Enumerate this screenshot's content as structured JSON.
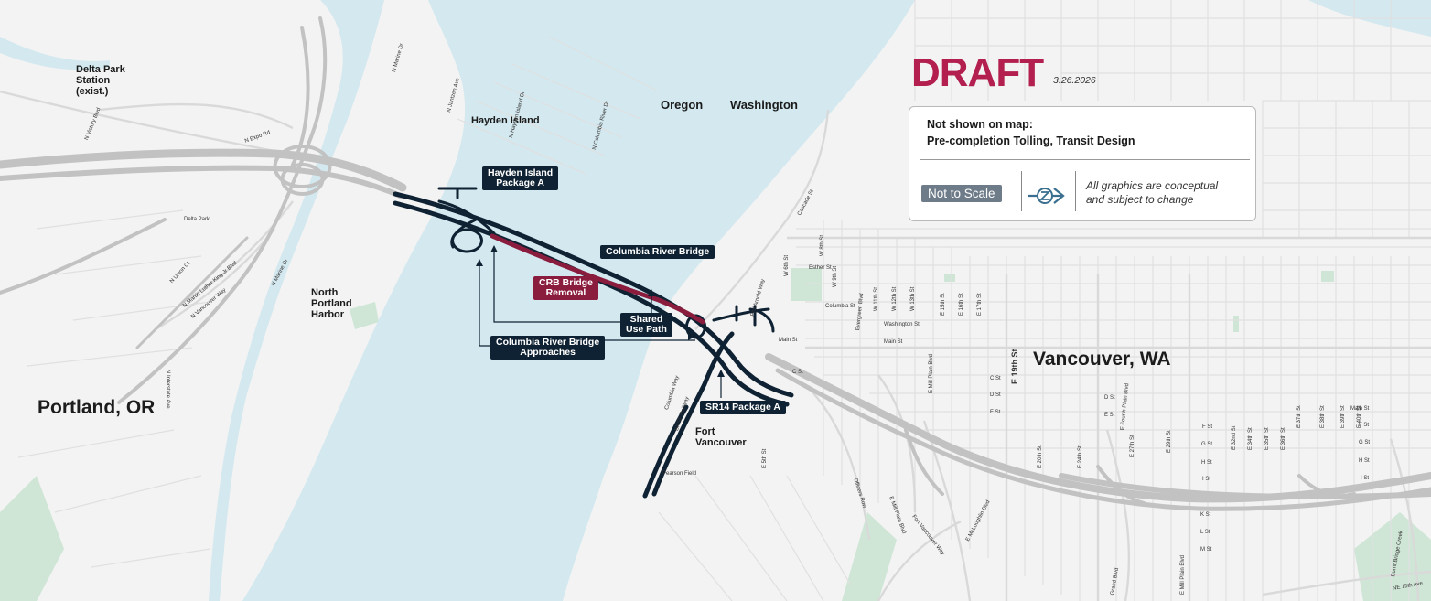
{
  "header": {
    "draft": "DRAFT",
    "date": "3.26.2026"
  },
  "notes": {
    "line1": "Not shown on map:",
    "line2": "Pre-completion Tolling, Transit Design",
    "scale": "Not to Scale",
    "disclaimer_1": "All graphics are conceptual",
    "disclaimer_2": "and subject to change"
  },
  "icons": {
    "north_arrow": "north-arrow-icon"
  },
  "colors": {
    "water": "#d3e8ef",
    "project": "#0f2233",
    "removal": "#8a1c3e",
    "highway": "#c2c2c2",
    "park": "#cfe6d6",
    "draft": "#b3204f"
  },
  "cities": {
    "portland": "Portland, OR",
    "vancouver": "Vancouver, WA"
  },
  "states": {
    "oregon": "Oregon",
    "washington": "Washington"
  },
  "places": {
    "delta_park_station": [
      "Delta Park",
      "Station",
      "(exist.)"
    ],
    "hayden_island": "Hayden Island",
    "north_portland_harbor": [
      "North",
      "Portland",
      "Harbor"
    ],
    "fort_vancouver": [
      "Fort",
      "Vancouver"
    ],
    "delta_park": "Delta Park",
    "pearson_field": "Pearson Field"
  },
  "callouts": {
    "hayden": [
      "Hayden Island",
      "Package A"
    ],
    "crb": "Columbia River Bridge",
    "removal": [
      "CRB Bridge",
      "Removal"
    ],
    "shared": [
      "Shared",
      "Use Path"
    ],
    "approaches": [
      "Columbia River Bridge",
      "Approaches"
    ],
    "sr14": "SR14 Package A"
  },
  "streets": {
    "h": [
      {
        "t": "Esther St"
      },
      {
        "t": "Columbia St"
      },
      {
        "t": "Washington St"
      },
      {
        "t": "Main St"
      },
      {
        "t": "Main St"
      },
      {
        "t": "C St"
      },
      {
        "t": "C St"
      },
      {
        "t": "D St"
      },
      {
        "t": "E St"
      },
      {
        "t": "D St"
      },
      {
        "t": "E St"
      },
      {
        "t": "F St"
      },
      {
        "t": "G St"
      },
      {
        "t": "H St"
      },
      {
        "t": "I St"
      },
      {
        "t": "K St"
      },
      {
        "t": "L St"
      },
      {
        "t": "M St"
      },
      {
        "t": "Main St"
      },
      {
        "t": "F St"
      },
      {
        "t": "G St"
      },
      {
        "t": "H St"
      },
      {
        "t": "I St"
      }
    ],
    "v": [
      {
        "t": "W 8th St"
      },
      {
        "t": "W 9th St"
      },
      {
        "t": "W 6th St"
      },
      {
        "t": "W 11th St"
      },
      {
        "t": "W 12th St"
      },
      {
        "t": "W 13th St"
      },
      {
        "t": "E 15th St"
      },
      {
        "t": "E 16th St"
      },
      {
        "t": "E 17th St"
      },
      {
        "t": "E 19th St"
      },
      {
        "t": "E 20th St"
      },
      {
        "t": "E 24th St"
      },
      {
        "t": "E 27th St"
      },
      {
        "t": "E 29th St"
      },
      {
        "t": "E 32nd St"
      },
      {
        "t": "E 34th St"
      },
      {
        "t": "E 35th St"
      },
      {
        "t": "E 36th St"
      },
      {
        "t": "E 37th St"
      },
      {
        "t": "E 38th St"
      },
      {
        "t": "E 39th St"
      },
      {
        "t": "E 40th St"
      },
      {
        "t": "E 5th St"
      },
      {
        "t": "N Hayden Island Dr"
      },
      {
        "t": "N Jantzen Ave"
      },
      {
        "t": "N Columbia River Dr"
      }
    ],
    "d": [
      {
        "t": "N Expo Rd"
      },
      {
        "t": "N Victory Blvd"
      },
      {
        "t": "N Union Ct"
      },
      {
        "t": "N Martin Luther King Jr Blvd"
      },
      {
        "t": "N Vancouver Way"
      },
      {
        "t": "N Marine Dr"
      },
      {
        "t": "N Marine Dr"
      },
      {
        "t": "Phil Arnold Way"
      },
      {
        "t": "Columbia Way"
      },
      {
        "t": "BNSF Railway"
      },
      {
        "t": "Evergreen Blvd"
      },
      {
        "t": "E Mill Plain Blvd"
      },
      {
        "t": "E Fourth Plain Blvd"
      },
      {
        "t": "Officers Row"
      },
      {
        "t": "E Mill Plain Blvd"
      },
      {
        "t": "Fort Vancouver Way"
      },
      {
        "t": "E McLoughlin Blvd"
      },
      {
        "t": "Grand Blvd"
      },
      {
        "t": "Cascade St"
      },
      {
        "t": "NE 15th Ave"
      },
      {
        "t": "Burnt Bridge Creek"
      },
      {
        "t": "N Interstate Ave"
      },
      {
        "t": "E Mill Plain Blvd"
      }
    ]
  }
}
